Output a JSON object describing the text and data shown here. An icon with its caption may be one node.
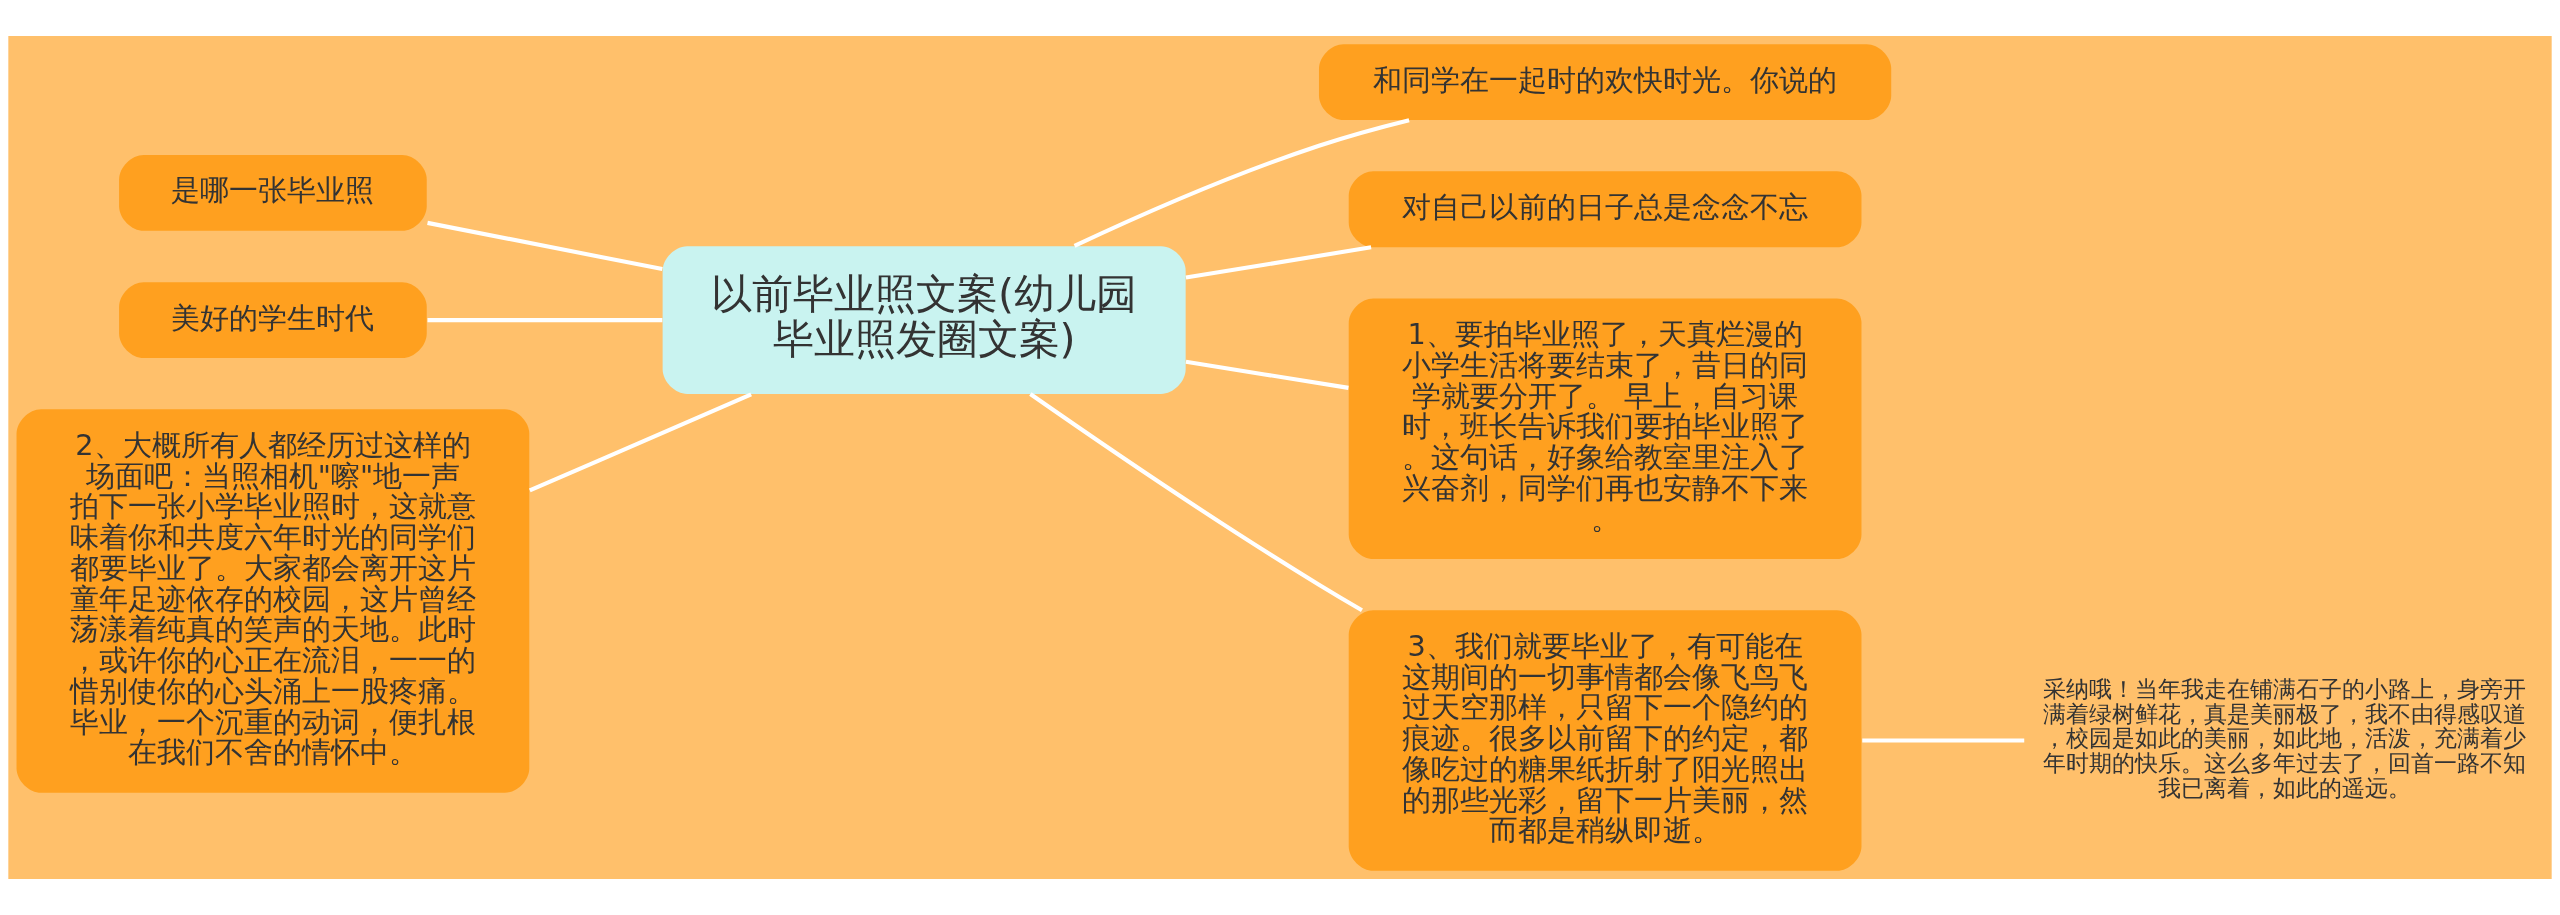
{
  "diagram": {
    "nodes": [
      {
        "text": [
          "以前毕业照文案(幼儿园毕业照发圈文案)"
        ]
      },
      {
        "text": [
          "和同学在一起时的欢快时光。你说的"
        ]
      },
      {
        "text": [
          "对自己以前的日子总是念念不忘"
        ]
      },
      {
        "text": [
          "是哪一张毕业照"
        ]
      },
      {
        "text": [
          "美好的学生时代"
        ]
      },
      {
        "text": [
          "1、要拍毕业照了，天真烂漫的小学生活将要结束了，昔日的同学就要分开了。 早上，自习课时，班长告诉我们要拍毕业照了。这句话，好象给教室里注入了兴奋剂，同学们再也安静不下来。"
        ]
      },
      {
        "text": [
          "2、大概所有人都经历过这样的场面吧：当照相机\"嚓\"地一声拍下一张小学毕业照时，这就意味着你和共度六年时光的同学们都要毕业了。大家都会离开这片童年足迹依存的校园，这片曾经荡漾着纯真的笑声的天地。此时，或许你的心正在流泪，一一的惜别使你的心头涌上一股疼痛。毕业，一个沉重的动词，便扎根在我们不舍的情怀中。"
        ]
      },
      {
        "text": [
          "3、我们就要毕业了，有可能在这期间的一切事情都会像飞鸟飞过天空那样，只留下一个隐约的痕迹。很多以前留下的约定，都像吃过的糖果纸折射了阳光照出的那些光彩，留下一片美丽，然而都是稍纵即逝。"
        ]
      },
      {
        "text": [
          "采纳哦！当年我走在铺满石子的小路上，身旁开满着绿树鲜花，真是美丽极了，我不由得感叹道，校园是如此的美丽，如此地，活泼，充满着少年时期的快乐。这么多年过去了，回首一路不知我已离着，如此的遥远。"
        ]
      }
    ],
    "edges": [
      {
        "from": 0,
        "to": 1,
        "arrow": "none"
      },
      {
        "from": 0,
        "to": 2,
        "arrow": "none"
      },
      {
        "from": 0,
        "to": 3,
        "arrow": "none"
      },
      {
        "from": 0,
        "to": 4,
        "arrow": "none"
      },
      {
        "from": 0,
        "to": 5,
        "arrow": "none"
      },
      {
        "from": 0,
        "to": 6,
        "arrow": "none"
      },
      {
        "from": 0,
        "to": 7,
        "arrow": "none"
      },
      {
        "from": 7,
        "to": 8,
        "arrow": "none"
      }
    ]
  }
}
